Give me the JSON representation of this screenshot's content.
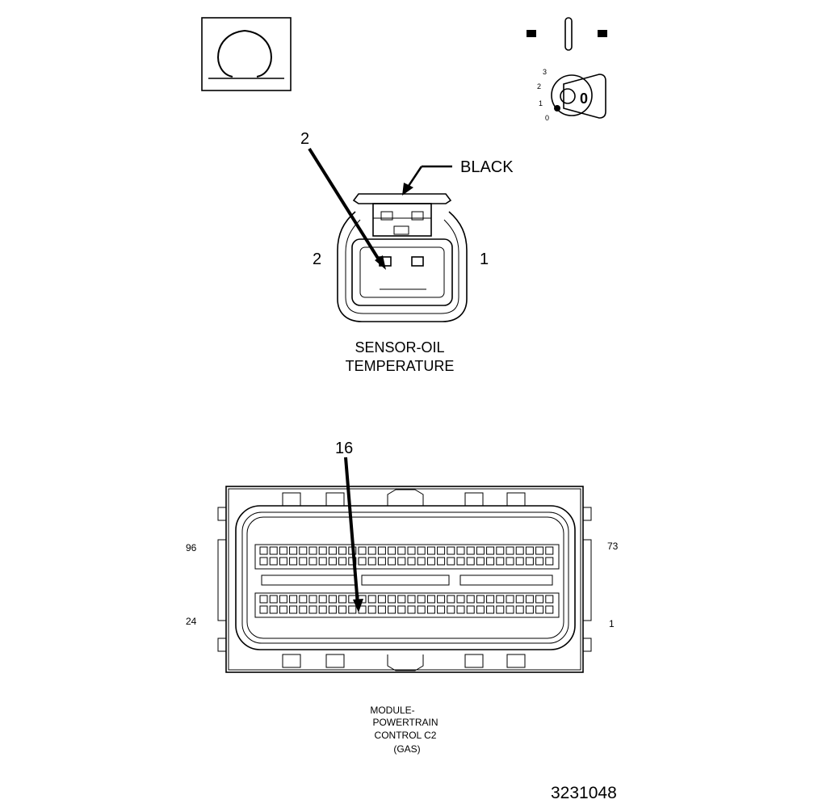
{
  "ohm_symbol": "Ω",
  "ignition_key": {
    "positions": [
      "3",
      "2",
      "1",
      "0"
    ],
    "key_label": "0"
  },
  "sensor": {
    "callout_number": "2",
    "color_label": "BLACK",
    "pin_left_label": "2",
    "pin_right_label": "1",
    "name_line1": "SENSOR-OIL",
    "name_line2": "TEMPERATURE"
  },
  "module": {
    "callout_number": "16",
    "corner_top_left": "96",
    "corner_top_right": "73",
    "corner_bottom_left": "24",
    "corner_bottom_right": "1",
    "name_line1": "MODULE-",
    "name_line2": "POWERTRAIN",
    "name_line3": "CONTROL C2",
    "name_line4": "(GAS)"
  },
  "figure_number": "3231048"
}
